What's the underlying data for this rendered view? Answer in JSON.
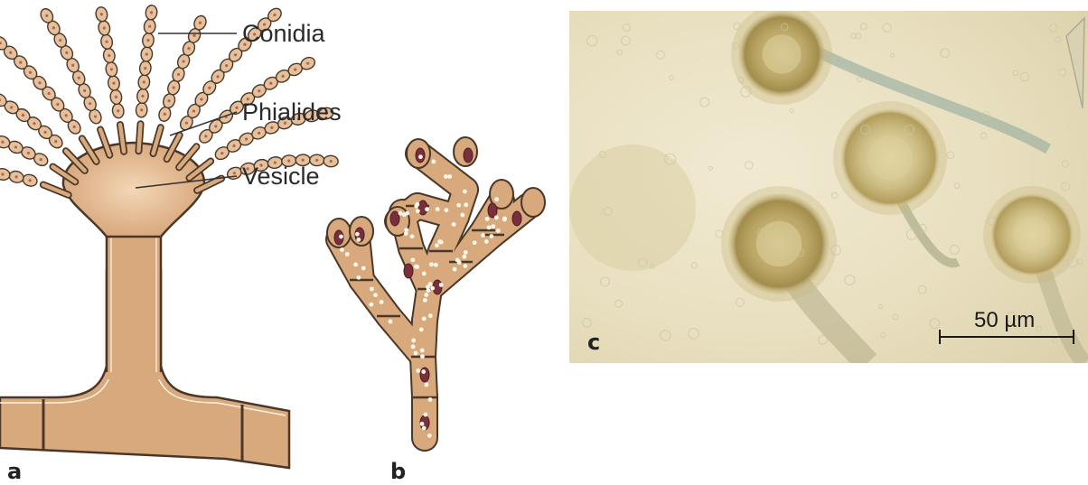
{
  "figure": {
    "panels": [
      {
        "id": "a",
        "letter": "a"
      },
      {
        "id": "b",
        "letter": "b"
      },
      {
        "id": "c",
        "letter": "c"
      }
    ],
    "labels": {
      "conidia": "Conidia",
      "phialides": "Phialides",
      "vesicle": "Vesicle"
    },
    "scale_bar": {
      "text": "50 µm"
    },
    "colors": {
      "hypha_fill": "#d9a97e",
      "hypha_outline": "#4a3728",
      "conidium_fill": "#e6c09a",
      "nucleus": "#7a2f3b",
      "micrograph_bg": "#ebe3c6",
      "micrograph_dark": "#a68f4f"
    }
  }
}
